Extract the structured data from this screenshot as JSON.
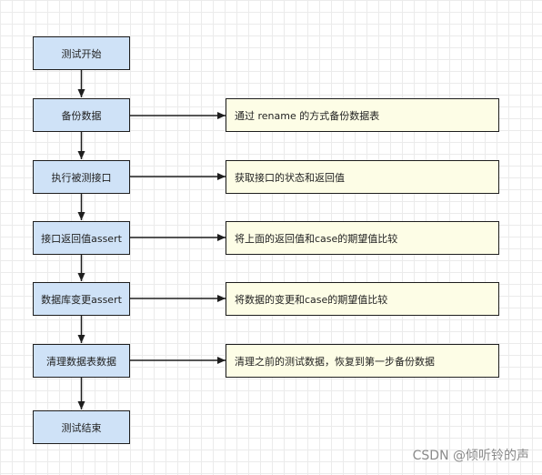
{
  "flow": {
    "steps": [
      "测试开始",
      "备份数据",
      "执行被测接口",
      "接口返回值assert",
      "数据库变更assert",
      "清理数据表数据",
      "测试结束"
    ],
    "notes": [
      "通过 rename 的方式备份数据表",
      "获取接口的状态和返回值",
      "将上面的返回值和case的期望值比较",
      "将数据的变更和case的期望值比较",
      "清理之前的测试数据，恢复到第一步备份数据"
    ],
    "colors": {
      "step_fill": "#cfe2f7",
      "note_fill": "#fdfde6",
      "border": "#1e1e1e",
      "arrow": "#1e1e1e"
    }
  },
  "watermark": "CSDN @倾听铃的声"
}
